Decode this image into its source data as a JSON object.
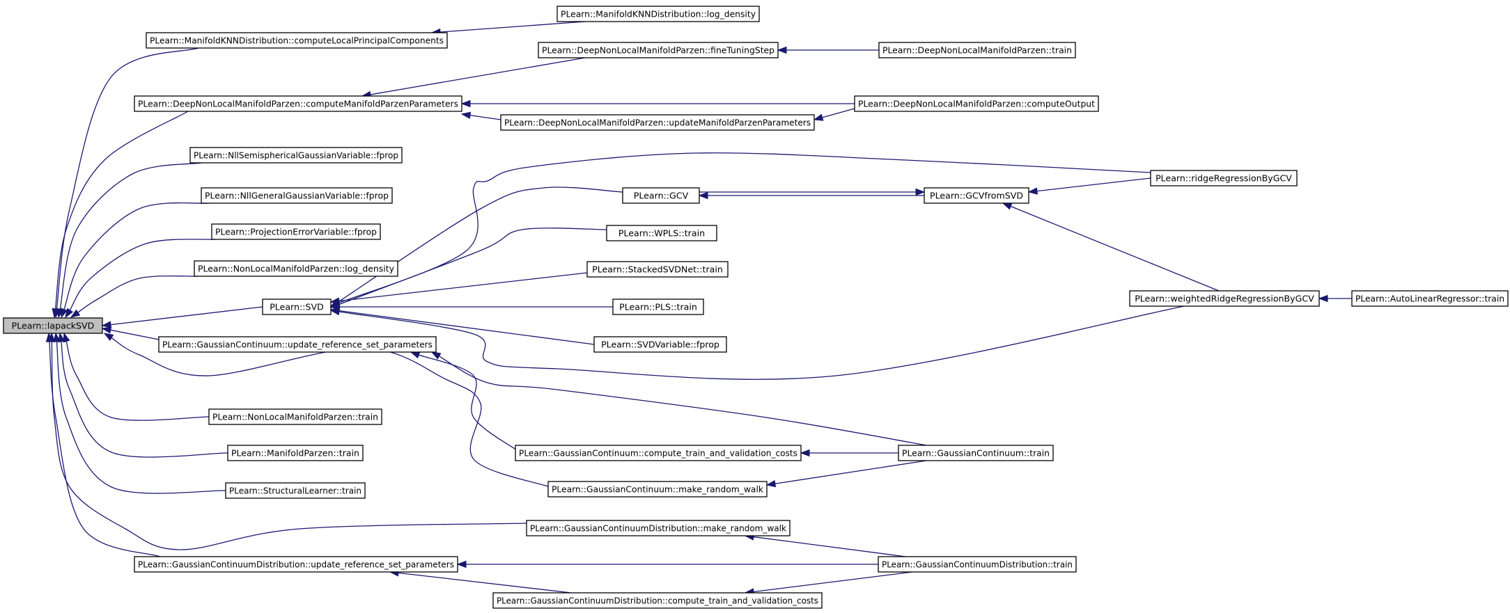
{
  "graph": {
    "edge_color": "#191970",
    "root_fill": "#bfbfbf",
    "nodes": [
      {
        "id": "lapackSVD",
        "label": "PLearn::lapackSVD"
      },
      {
        "id": "mknn_clpc",
        "label": "PLearn::ManifoldKNNDistribution::computeLocalPrincipalComponents"
      },
      {
        "id": "mknn_logd",
        "label": "PLearn::ManifoldKNNDistribution::log_density"
      },
      {
        "id": "dnlmp_cmpp",
        "label": "PLearn::DeepNonLocalManifoldParzen::computeManifoldParzenParameters"
      },
      {
        "id": "dnlmp_fts",
        "label": "PLearn::DeepNonLocalManifoldParzen::fineTuningStep"
      },
      {
        "id": "dnlmp_train",
        "label": "PLearn::DeepNonLocalManifoldParzen::train"
      },
      {
        "id": "dnlmp_co",
        "label": "PLearn::DeepNonLocalManifoldParzen::computeOutput"
      },
      {
        "id": "dnlmp_umpp",
        "label": "PLearn::DeepNonLocalManifoldParzen::updateManifoldParzenParameters"
      },
      {
        "id": "nllsemi",
        "label": "PLearn::NllSemisphericalGaussianVariable::fprop"
      },
      {
        "id": "nllgen",
        "label": "PLearn::NllGeneralGaussianVariable::fprop"
      },
      {
        "id": "projerr",
        "label": "PLearn::ProjectionErrorVariable::fprop"
      },
      {
        "id": "nlmp_logd",
        "label": "PLearn::NonLocalManifoldParzen::log_density"
      },
      {
        "id": "svd",
        "label": "PLearn::SVD"
      },
      {
        "id": "gcv",
        "label": "PLearn::GCV"
      },
      {
        "id": "gcvfromsvd",
        "label": "PLearn::GCVfromSVD"
      },
      {
        "id": "ridge",
        "label": "PLearn::ridgeRegressionByGCV"
      },
      {
        "id": "wpls",
        "label": "PLearn::WPLS::train"
      },
      {
        "id": "ssvdnet",
        "label": "PLearn::StackedSVDNet::train"
      },
      {
        "id": "pls",
        "label": "PLearn::PLS::train"
      },
      {
        "id": "svdvar",
        "label": "PLearn::SVDVariable::fprop"
      },
      {
        "id": "wridge",
        "label": "PLearn::weightedRidgeRegressionByGCV"
      },
      {
        "id": "autolin",
        "label": "PLearn::AutoLinearRegressor::train"
      },
      {
        "id": "gc_ursp",
        "label": "PLearn::GaussianContinuum::update_reference_set_parameters"
      },
      {
        "id": "nlmp_train",
        "label": "PLearn::NonLocalManifoldParzen::train"
      },
      {
        "id": "mp_train",
        "label": "PLearn::ManifoldParzen::train"
      },
      {
        "id": "sl_train",
        "label": "PLearn::StructuralLearner::train"
      },
      {
        "id": "gc_ctvc",
        "label": "PLearn::GaussianContinuum::compute_train_and_validation_costs"
      },
      {
        "id": "gc_train",
        "label": "PLearn::GaussianContinuum::train"
      },
      {
        "id": "gc_mrw",
        "label": "PLearn::GaussianContinuum::make_random_walk"
      },
      {
        "id": "gcd_mrw",
        "label": "PLearn::GaussianContinuumDistribution::make_random_walk"
      },
      {
        "id": "gcd_ursp",
        "label": "PLearn::GaussianContinuumDistribution::update_reference_set_parameters"
      },
      {
        "id": "gcd_train",
        "label": "PLearn::GaussianContinuumDistribution::train"
      },
      {
        "id": "gcd_ctvc",
        "label": "PLearn::GaussianContinuumDistribution::compute_train_and_validation_costs"
      }
    ],
    "edges": [
      {
        "from": "mknn_clpc",
        "to": "lapackSVD"
      },
      {
        "from": "dnlmp_cmpp",
        "to": "lapackSVD"
      },
      {
        "from": "nllsemi",
        "to": "lapackSVD"
      },
      {
        "from": "nllgen",
        "to": "lapackSVD"
      },
      {
        "from": "projerr",
        "to": "lapackSVD"
      },
      {
        "from": "nlmp_logd",
        "to": "lapackSVD"
      },
      {
        "from": "svd",
        "to": "lapackSVD"
      },
      {
        "from": "gc_ursp",
        "to": "lapackSVD"
      },
      {
        "from": "gc_mrw",
        "to": "lapackSVD"
      },
      {
        "from": "nlmp_train",
        "to": "lapackSVD"
      },
      {
        "from": "mp_train",
        "to": "lapackSVD"
      },
      {
        "from": "sl_train",
        "to": "lapackSVD"
      },
      {
        "from": "gcd_mrw",
        "to": "lapackSVD"
      },
      {
        "from": "gcd_ursp",
        "to": "lapackSVD"
      },
      {
        "from": "mknn_logd",
        "to": "mknn_clpc"
      },
      {
        "from": "dnlmp_fts",
        "to": "dnlmp_cmpp"
      },
      {
        "from": "dnlmp_co",
        "to": "dnlmp_cmpp"
      },
      {
        "from": "dnlmp_umpp",
        "to": "dnlmp_cmpp"
      },
      {
        "from": "dnlmp_train",
        "to": "dnlmp_fts"
      },
      {
        "from": "dnlmp_co",
        "to": "dnlmp_umpp"
      },
      {
        "from": "ridge",
        "to": "svd"
      },
      {
        "from": "gcv",
        "to": "svd"
      },
      {
        "from": "wpls",
        "to": "svd"
      },
      {
        "from": "ssvdnet",
        "to": "svd"
      },
      {
        "from": "pls",
        "to": "svd"
      },
      {
        "from": "svdvar",
        "to": "svd"
      },
      {
        "from": "wridge",
        "to": "svd"
      },
      {
        "from": "gcvfromsvd",
        "to": "gcv"
      },
      {
        "from": "gcv",
        "to": "gcvfromsvd"
      },
      {
        "from": "ridge",
        "to": "gcvfromsvd"
      },
      {
        "from": "wridge",
        "to": "gcvfromsvd"
      },
      {
        "from": "autolin",
        "to": "wridge"
      },
      {
        "from": "gc_ctvc",
        "to": "gc_ursp"
      },
      {
        "from": "gc_train",
        "to": "gc_ursp"
      },
      {
        "from": "gc_train",
        "to": "gc_ctvc"
      },
      {
        "from": "gc_train",
        "to": "gc_mrw"
      },
      {
        "from": "gcd_train",
        "to": "gcd_mrw"
      },
      {
        "from": "gcd_train",
        "to": "gcd_ursp"
      },
      {
        "from": "gcd_ctvc",
        "to": "gcd_ursp"
      },
      {
        "from": "gcd_train",
        "to": "gcd_ctvc"
      }
    ]
  }
}
